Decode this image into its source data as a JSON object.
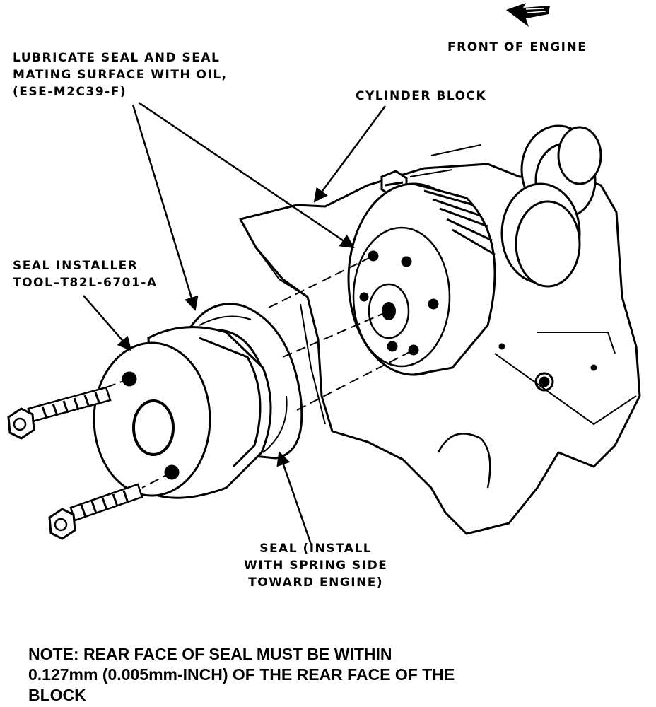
{
  "labels": {
    "front_of_engine": "FRONT OF ENGINE",
    "lubricate": [
      "LUBRICATE SEAL AND SEAL",
      "MATING SURFACE WITH OIL,",
      "(ESE-M2C39-F)"
    ],
    "cylinder_block": "CYLINDER BLOCK",
    "seal_installer": [
      "SEAL INSTALLER",
      "TOOL–T82L-6701-A"
    ],
    "seal_install": [
      "SEAL (INSTALL",
      "WITH SPRING SIDE",
      "TOWARD ENGINE)"
    ]
  },
  "note": [
    "NOTE:  REAR FACE OF SEAL MUST BE WITHIN",
    "0.127mm (0.005mm-INCH) OF THE REAR FACE OF THE",
    "BLOCK"
  ],
  "colors": {
    "ink": "#000000",
    "paper": "#ffffff"
  }
}
